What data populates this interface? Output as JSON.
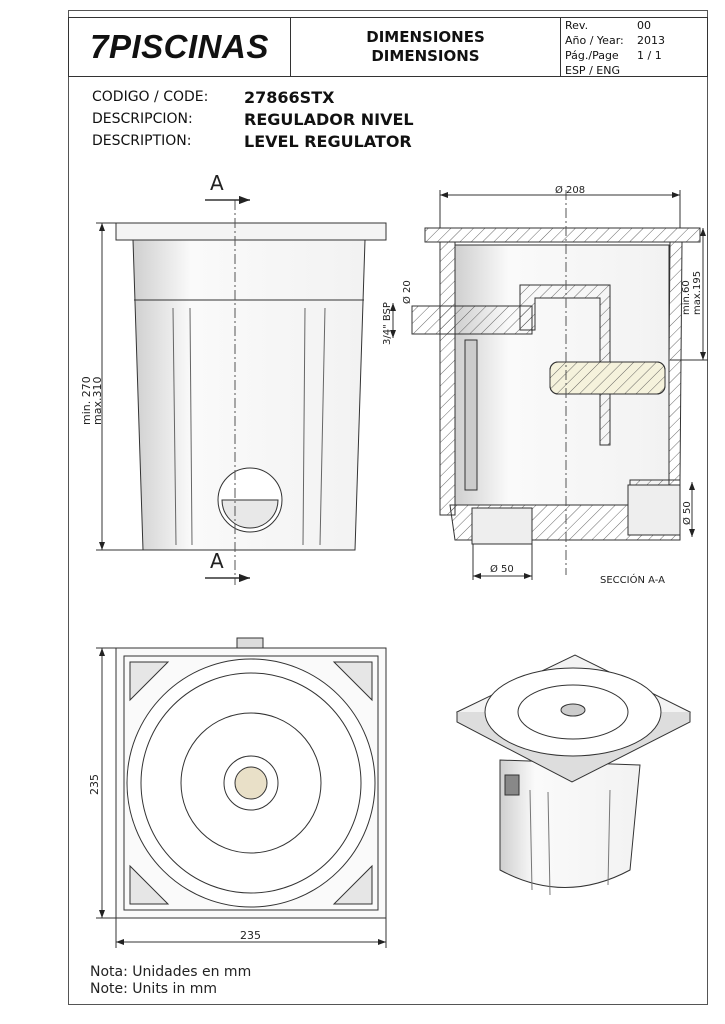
{
  "header": {
    "logo": "7PISCINAS",
    "title_es": "DIMENSIONES",
    "title_en": "DIMENSIONS",
    "rev_label": "Rev.",
    "rev_value": "00",
    "year_label": "Año / Year:",
    "year_value": "2013",
    "page_label": "Pág./Page",
    "page_value": "1 / 1",
    "language": "ESP / ENG"
  },
  "info": {
    "code_label": "CODIGO / CODE:",
    "code_value": "27866STX",
    "desc_es_label": "DESCRIPCION:",
    "desc_es_value": "REGULADOR NIVEL",
    "desc_en_label": "DESCRIPTION:",
    "desc_en_value": "LEVEL REGULATOR"
  },
  "front_view": {
    "section_mark": "A",
    "height_min": "min. 270",
    "height_max": "max.310"
  },
  "section_view": {
    "diameter_top": "Ø 208",
    "inlet_diameter": "Ø 20",
    "thread": "3/4\" BSP",
    "level_min": "min.60",
    "level_max": "max.195",
    "outlet_side": "Ø 50",
    "outlet_bottom": "Ø 50",
    "caption": "SECCIÓN A-A"
  },
  "plan_view": {
    "width": "235",
    "depth": "235"
  },
  "notes": {
    "es": "Nota: Unidades en mm",
    "en": "Note: Units in mm"
  }
}
